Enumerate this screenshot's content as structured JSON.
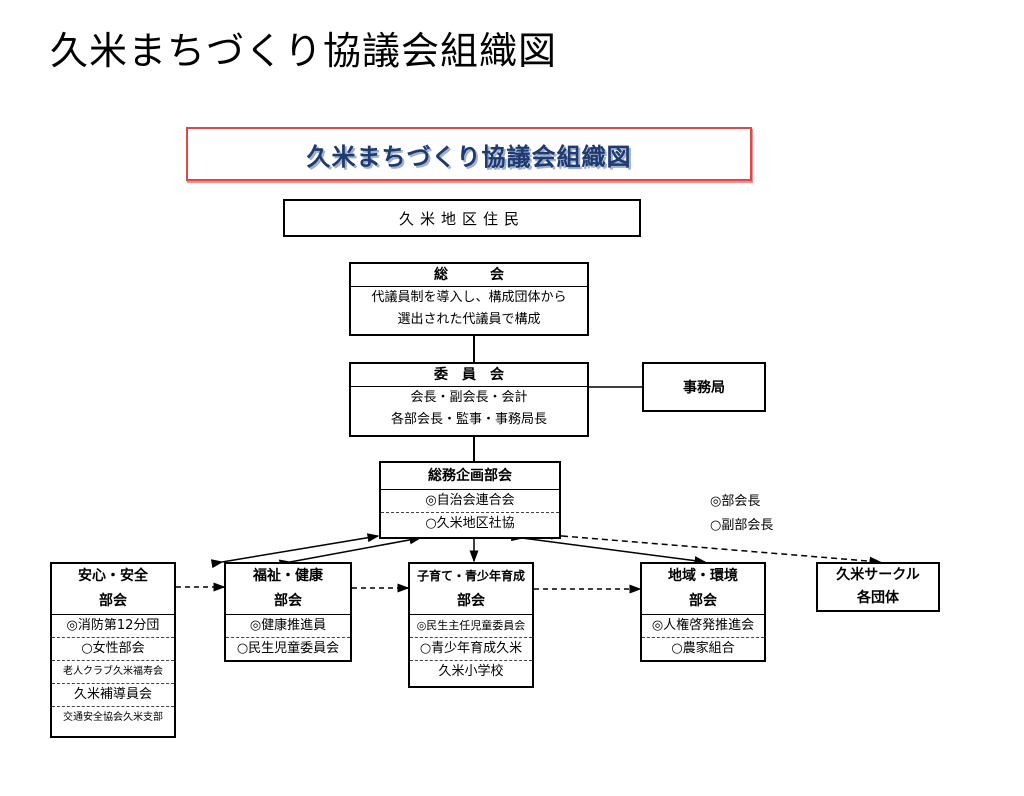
{
  "page_title": "久米まちづくり協議会組織図",
  "banner_title": "久米まちづくり協議会組織図",
  "residents": "久米地区住民",
  "general_assembly": {
    "title": "総　　　会",
    "lines": [
      "代議員制を導入し、構成団体から",
      "選出された代議員で構成"
    ]
  },
  "committee": {
    "title": "委　員　会",
    "lines": [
      "会長・副会長・会計",
      "各部会長・監事・事務局長"
    ]
  },
  "secretariat": "事務局",
  "general_affairs": {
    "title": "総務企画部会",
    "members": [
      "◎自治会連合会",
      "○久米地区社協"
    ]
  },
  "legend": [
    "◎部会長",
    "○副部会長"
  ],
  "divisions": [
    {
      "title": [
        "安心・安全",
        "部会"
      ],
      "members": [
        "◎消防第12分団",
        "○女性部会",
        "老人クラブ久米福寿会",
        "久米補導員会",
        "交通安全協会久米支部"
      ]
    },
    {
      "title": [
        "福祉・健康",
        "部会"
      ],
      "members": [
        "◎健康推進員",
        "○民生児童委員会"
      ]
    },
    {
      "title": [
        "子育て・青少年育成",
        "部会"
      ],
      "members": [
        "◎民生主任児童委員会",
        "○青少年育成久米",
        "久米小学校"
      ]
    },
    {
      "title": [
        "地域・環境",
        "部会"
      ],
      "members": [
        "◎人権啓発推進会",
        "○農家組合"
      ]
    }
  ],
  "circle_groups": [
    "久米サークル",
    "各団体"
  ]
}
